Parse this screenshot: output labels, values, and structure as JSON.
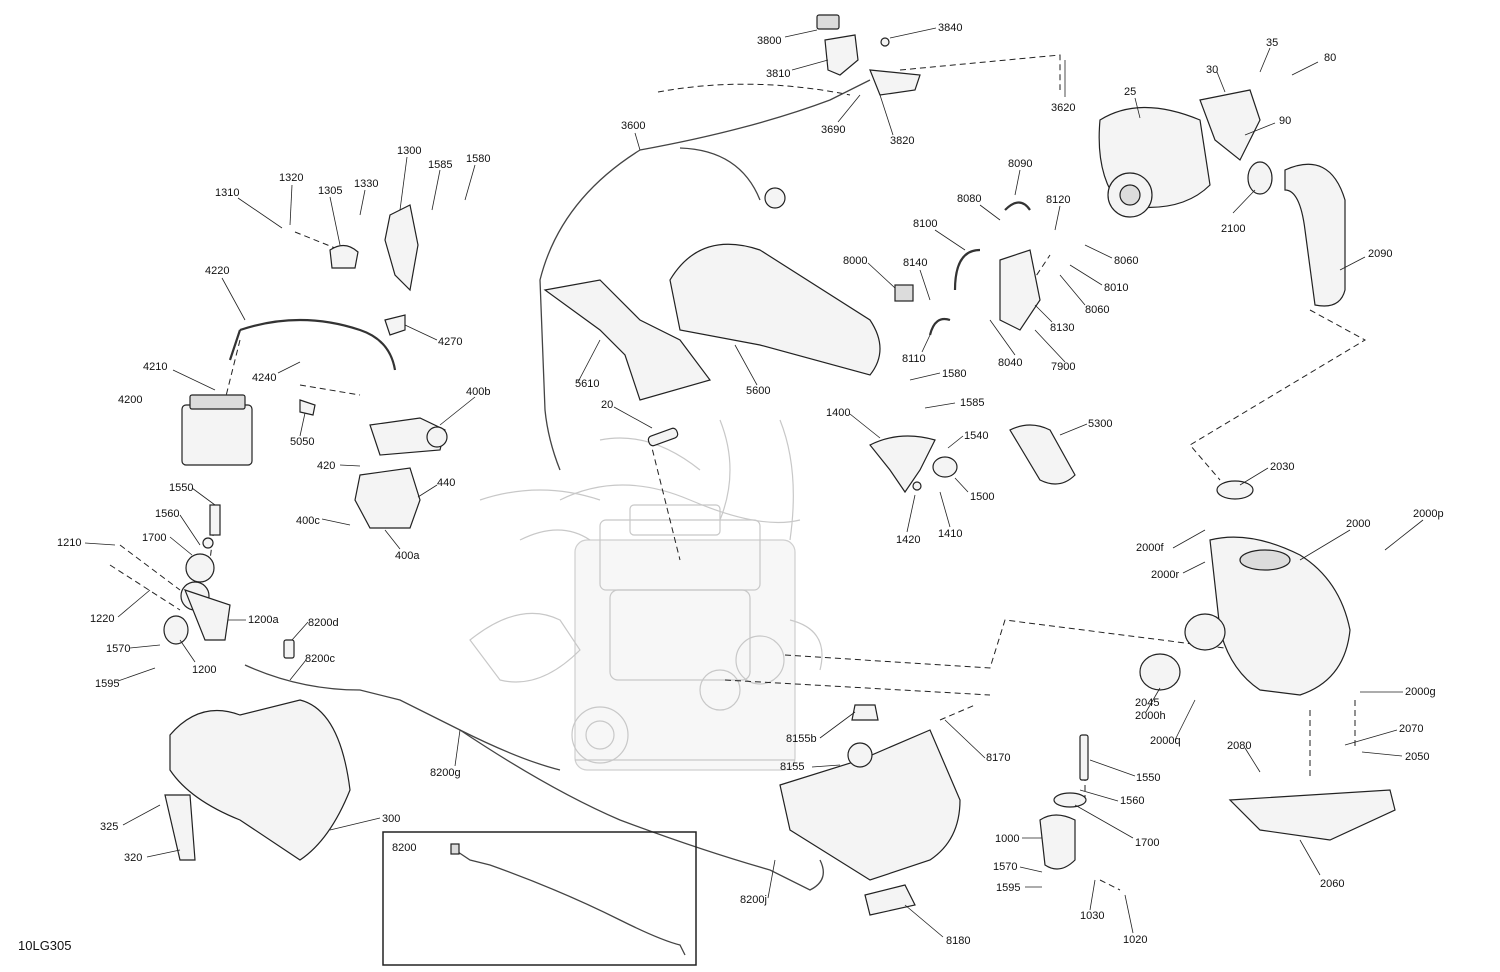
{
  "diagram_code": "10LG305",
  "inset_label": "8200",
  "callouts": {
    "3800": "3800",
    "3840": "3840",
    "3810": "3810",
    "3620": "3620",
    "3690": "3690",
    "3820": "3820",
    "3600": "3600",
    "35": "35",
    "30": "30",
    "80": "80",
    "25": "25",
    "90": "90",
    "2100": "2100",
    "2090": "2090",
    "1300": "1300",
    "1320": "1320",
    "1305": "1305",
    "1330": "1330",
    "1585a": "1585",
    "1580a": "1580",
    "1310": "1310",
    "8090": "8090",
    "8080": "8080",
    "8120": "8120",
    "8100": "8100",
    "8060a": "8060",
    "8010": "8010",
    "8060b": "8060",
    "8000": "8000",
    "8140": "8140",
    "8130": "8130",
    "8110": "8110",
    "8040": "8040",
    "7900": "7900",
    "4220": "4220",
    "4270": "4270",
    "4210": "4210",
    "4240": "4240",
    "4200": "4200",
    "5050": "5050",
    "5610": "5610",
    "5600": "5600",
    "20": "20",
    "400b": "400b",
    "420": "420",
    "440": "440",
    "400c": "400c",
    "400a": "400a",
    "1580b": "1580",
    "1585b": "1585",
    "1400": "1400",
    "1540": "1540",
    "1500": "1500",
    "1420": "1420",
    "1410": "1410",
    "5300": "5300",
    "2030": "2030",
    "1550a": "1550",
    "1560a": "1560",
    "1700a": "1700",
    "1210": "1210",
    "1220": "1220",
    "1200a": "1200a",
    "1570a": "1570",
    "1200": "1200",
    "1595a": "1595",
    "8200d": "8200d",
    "8200c": "8200c",
    "8200g": "8200g",
    "8200j": "8200j",
    "2000": "2000",
    "2000p": "2000p",
    "2000f": "2000f",
    "2000r": "2000r",
    "2045": "2045",
    "2000h": "2000h",
    "2000q": "2000q",
    "2000g": "2000g",
    "2070": "2070",
    "2050": "2050",
    "2080": "2080",
    "2060": "2060",
    "8155b": "8155b",
    "8155": "8155",
    "8170": "8170",
    "8180": "8180",
    "1550b": "1550",
    "1560b": "1560",
    "1700b": "1700",
    "1000": "1000",
    "1570b": "1570",
    "1595b": "1595",
    "1030": "1030",
    "1020": "1020",
    "325": "325",
    "320": "320",
    "300": "300"
  }
}
